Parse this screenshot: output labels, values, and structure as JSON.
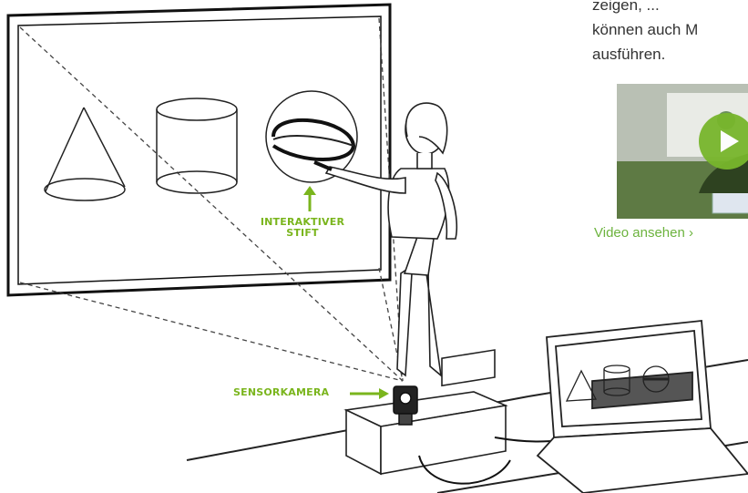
{
  "illustration": {
    "pen_label": [
      "INTERAKTIVER",
      "STIFT"
    ],
    "camera_label": "SENSORKAMERA"
  },
  "sidebar": {
    "text_lines": [
      "zeigen, ...",
      "können auch M",
      "ausführen."
    ],
    "video_link": "Video ansehen ›"
  },
  "colors": {
    "accent": "#7ab51d",
    "link": "#6cb33e",
    "text": "#333333"
  }
}
